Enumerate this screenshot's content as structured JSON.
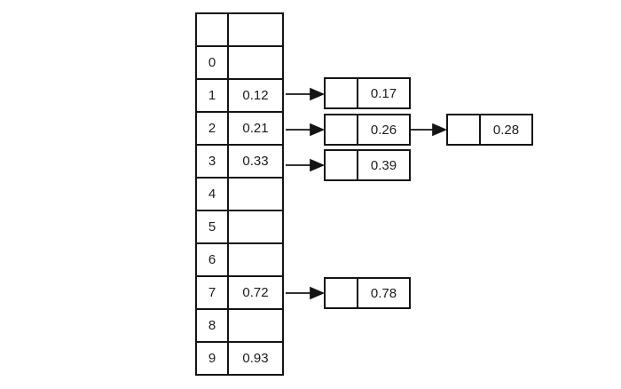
{
  "diagram": {
    "type": "hash-table-with-chaining",
    "background": "#ffffff",
    "line_color": "#141414",
    "text_color": "#1c1c1c"
  },
  "table": {
    "rows": [
      {
        "index": "",
        "value": ""
      },
      {
        "index": "0",
        "value": ""
      },
      {
        "index": "1",
        "value": "0.12"
      },
      {
        "index": "2",
        "value": "0.21"
      },
      {
        "index": "3",
        "value": "0.33"
      },
      {
        "index": "4",
        "value": ""
      },
      {
        "index": "5",
        "value": ""
      },
      {
        "index": "6",
        "value": ""
      },
      {
        "index": "7",
        "value": "0.72"
      },
      {
        "index": "8",
        "value": ""
      },
      {
        "index": "9",
        "value": "0.93"
      }
    ]
  },
  "nodes": [
    {
      "pointer": "",
      "value": "0.17"
    },
    {
      "pointer": "",
      "value": "0.26"
    },
    {
      "pointer": "",
      "value": "0.28"
    },
    {
      "pointer": "",
      "value": "0.39"
    },
    {
      "pointer": "",
      "value": "0.78"
    }
  ],
  "links": [
    {
      "from": "bucket-1",
      "to": "node-0.17"
    },
    {
      "from": "bucket-2",
      "to": "node-0.26"
    },
    {
      "from": "node-0.26",
      "to": "node-0.28"
    },
    {
      "from": "bucket-3",
      "to": "node-0.39"
    },
    {
      "from": "bucket-7",
      "to": "node-0.78"
    }
  ]
}
